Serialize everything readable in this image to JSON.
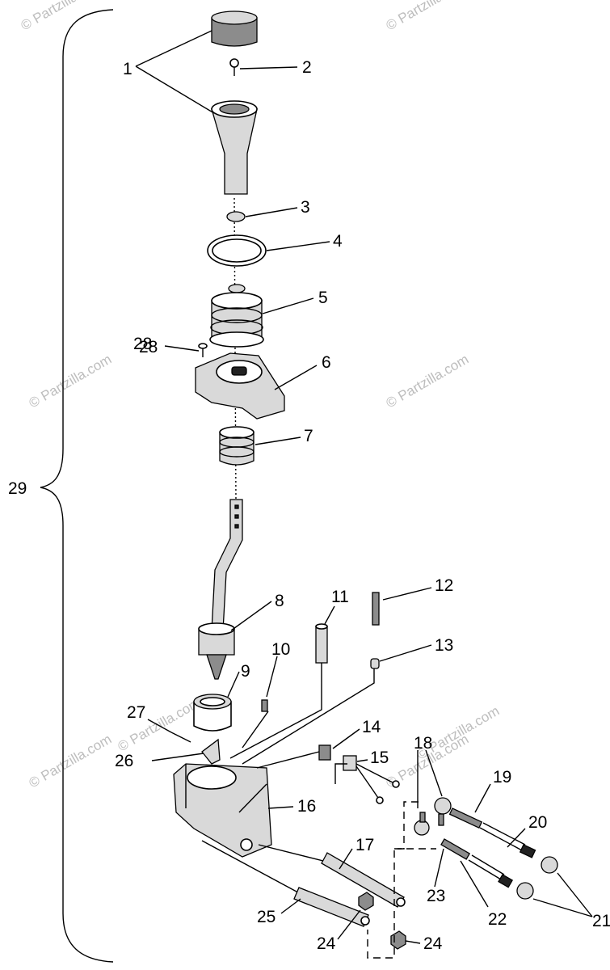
{
  "watermark": "© Partzilla.com",
  "callouts": [
    {
      "id": "c1",
      "text": "1"
    },
    {
      "id": "c2",
      "text": "2"
    },
    {
      "id": "c3",
      "text": "3"
    },
    {
      "id": "c4",
      "text": "4"
    },
    {
      "id": "c5",
      "text": "5"
    },
    {
      "id": "c6",
      "text": "6"
    },
    {
      "id": "c7",
      "text": "7"
    },
    {
      "id": "c8",
      "text": "8"
    },
    {
      "id": "c9",
      "text": "9"
    },
    {
      "id": "c10",
      "text": "10"
    },
    {
      "id": "c11",
      "text": "11"
    },
    {
      "id": "c12",
      "text": "12"
    },
    {
      "id": "c13",
      "text": "13"
    },
    {
      "id": "c14",
      "text": "14"
    },
    {
      "id": "c15",
      "text": "15"
    },
    {
      "id": "c16",
      "text": "16"
    },
    {
      "id": "c17",
      "text": "17"
    },
    {
      "id": "c18",
      "text": "18"
    },
    {
      "id": "c19",
      "text": "19"
    },
    {
      "id": "c20",
      "text": "20"
    },
    {
      "id": "c21",
      "text": "21"
    },
    {
      "id": "c22",
      "text": "22"
    },
    {
      "id": "c23",
      "text": "23"
    },
    {
      "id": "c24a",
      "text": "24"
    },
    {
      "id": "c24b",
      "text": "24"
    },
    {
      "id": "c25",
      "text": "25"
    },
    {
      "id": "c26",
      "text": "26"
    },
    {
      "id": "c27",
      "text": "27"
    },
    {
      "id": "c28",
      "text": "28"
    },
    {
      "id": "c28b",
      "text": "28"
    },
    {
      "id": "c29",
      "text": "29"
    }
  ]
}
